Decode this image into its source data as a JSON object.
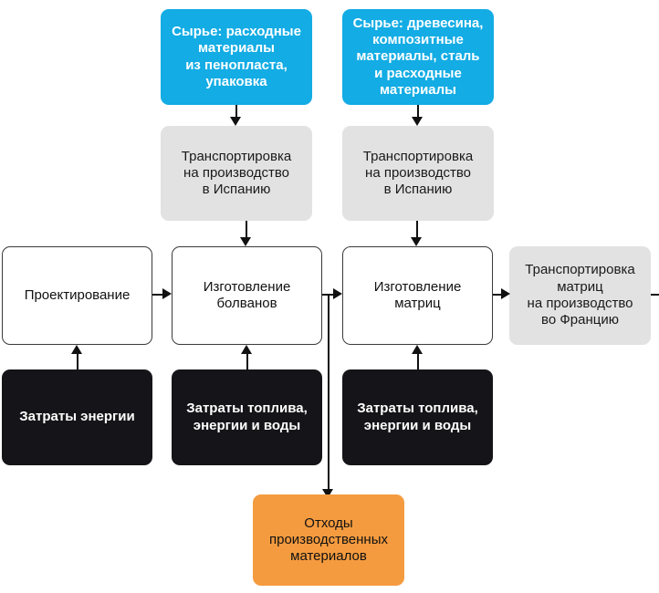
{
  "diagram": {
    "type": "process-flowchart",
    "language": "ru",
    "colors": {
      "raw_material": "#13ACE4",
      "transport": "#E2E2E2",
      "process": "#FFFFFF",
      "resource_input": "#151519",
      "waste": "#F59B3F",
      "connector": "#111111",
      "background": "#FFFFFF"
    },
    "nodes": {
      "raw_materials_foam": "Сырье: расходные\nматериалы\nиз пенопласта,\nупаковка",
      "raw_materials_wood": "Сырье: древесина,\nкомпозитные\nматериалы, сталь\nи расходные\nматериалы",
      "transport_spain_left": "Транспортировка\nна производство\nв Испанию",
      "transport_spain_right": "Транспортировка\nна производство\nв Испанию",
      "design": "Проектирование",
      "make_plugs": "Изготовление\nболванов",
      "make_molds": "Изготовление\nматриц",
      "transport_molds_france": "Транспортировка\nматриц\nна производство\nво Францию",
      "energy_costs": "Затраты энергии",
      "fuel_energy_water_costs_left": "Затраты топлива,\nэнергии и воды",
      "fuel_energy_water_costs_right": "Затраты топлива,\nэнергии и воды",
      "production_waste": "Отходы\nпроизводственных\nматериалов"
    }
  }
}
